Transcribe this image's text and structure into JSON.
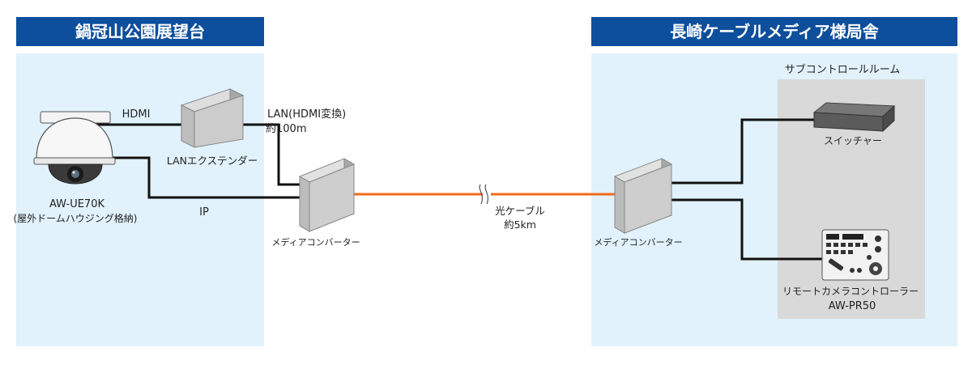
{
  "left_site": {
    "title": "鍋冠山公園展望台"
  },
  "right_site": {
    "title": "長崎ケーブルメディア様局舎"
  },
  "sub_control_room": {
    "title": "サブコントロールルーム"
  },
  "camera": {
    "model": "AW-UE70K",
    "note": "(屋外ドームハウジング格納)",
    "icon": "dome-camera-icon"
  },
  "lan_extender": {
    "label": "LANエクステンダー",
    "icon": "box-icon"
  },
  "media_converter_left": {
    "label": "メディアコンバーター",
    "icon": "box-icon"
  },
  "media_converter_right": {
    "label": "メディアコンバーター",
    "icon": "box-icon"
  },
  "switcher": {
    "label": "スイッチャー",
    "icon": "switcher-icon"
  },
  "remote_controller": {
    "label": "リモートカメラコントローラー",
    "model": "AW-PR50",
    "icon": "controller-icon"
  },
  "connections": {
    "hdmi": "HDMI",
    "ip": "IP",
    "lan_label": "LAN(HDMI変換)",
    "lan_distance": "約100m",
    "fiber_label": "光ケーブル",
    "fiber_distance": "約5km"
  },
  "colors": {
    "header_bg": "#0d4f9c",
    "site_bg": "#e1f2fc",
    "room_bg": "#d9d9d9",
    "fiber": "#f26a1b",
    "cable": "#111111"
  }
}
